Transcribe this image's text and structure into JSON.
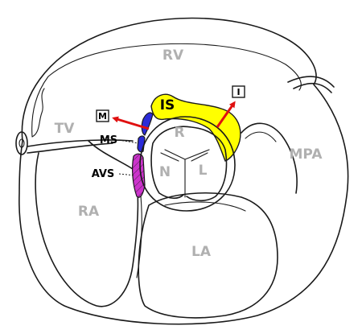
{
  "colors": {
    "chamber_label": "#b0b0b0",
    "infundibular_septum": "#ffff00",
    "membranous_septum": "#2b2bd8",
    "av_septum": "#cc33cc",
    "arrow": "#e01010",
    "stroke": "#1a1a1a"
  },
  "labels": {
    "rv": "RV",
    "tv": "TV",
    "mpa": "MPA",
    "ra": "RA",
    "la": "LA",
    "is": "IS",
    "r": "R",
    "n": "N",
    "l": "L",
    "ms": "MS",
    "avs": "AVS",
    "m": "M",
    "i": "I"
  }
}
